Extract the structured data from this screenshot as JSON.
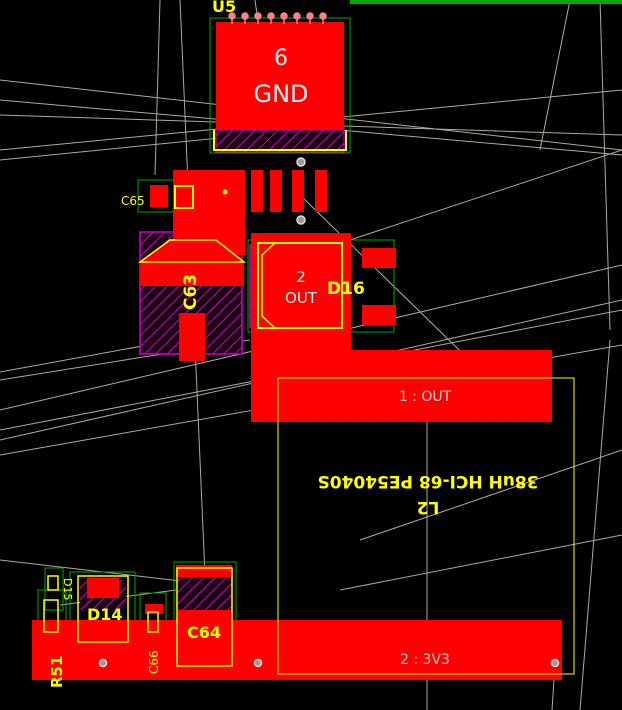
{
  "colors": {
    "background": "#000000",
    "copper_top": "#ff0000",
    "silkscreen": "#ffff00",
    "keepout": "#cc00cc",
    "courtyard": "#00aa00",
    "ratsnest": "#d8d8c0",
    "via": "#c8c8c8"
  },
  "designators": {
    "u5": "U5",
    "c65": "C65",
    "c63": "C63",
    "d16": "D16",
    "d14": "D14",
    "d15": "D15",
    "c66": "C66",
    "c64": "C64",
    "r51": "R51",
    "l2": "L2"
  },
  "u5_pad": {
    "number": "6",
    "net": "GND"
  },
  "d16_pad": {
    "number": "2",
    "net": "OUT"
  },
  "l2_pad1": "1 : OUT",
  "l2_pad2": "2 : 3V3",
  "l2_value": "38uH HCI-68 PE54040S"
}
